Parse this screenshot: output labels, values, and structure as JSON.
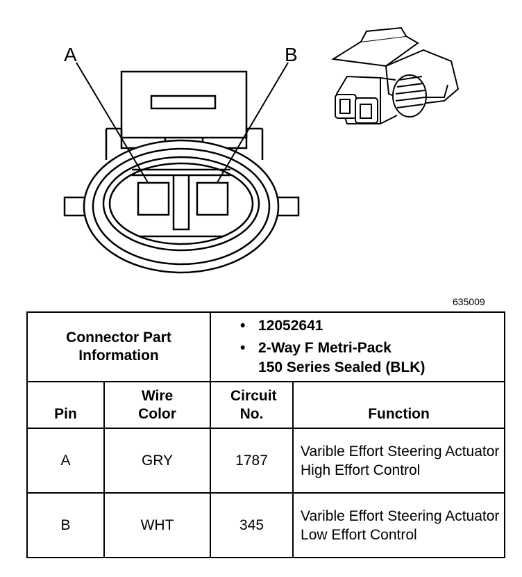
{
  "pin_labels": {
    "a": "A",
    "b": "B"
  },
  "figure_id": "635009",
  "connector_info": {
    "label": "Connector Part Information",
    "part_number": "12052641",
    "description_line1": "2-Way F Metri-Pack",
    "description_line2": "150 Series Sealed (BLK)"
  },
  "columns": {
    "pin": "Pin",
    "wire_color": "Wire Color",
    "circuit_no": "Circuit No.",
    "function": "Function"
  },
  "rows": [
    {
      "pin": "A",
      "wire_color": "GRY",
      "circuit": "1787",
      "function": "Varible Effort Steering Actuator High Effort Control"
    },
    {
      "pin": "B",
      "wire_color": "WHT",
      "circuit": "345",
      "function": "Varible Effort Steering Actuator Low Effort Control"
    }
  ]
}
